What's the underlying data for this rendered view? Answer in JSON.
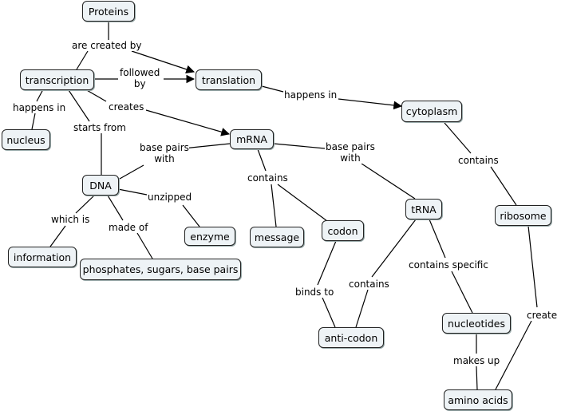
{
  "nodes": {
    "proteins": "Proteins",
    "transcription": "transcription",
    "translation": "translation",
    "cytoplasm": "cytoplasm",
    "nucleus": "nucleus",
    "mrna": "mRNA",
    "dna": "DNA",
    "enzyme": "enzyme",
    "message": "message",
    "codon": "codon",
    "trna": "tRNA",
    "ribosome": "ribosome",
    "information": "information",
    "phosphates": "phosphates, sugars, base pairs",
    "nucleotides": "nucleotides",
    "anticodon": "anti-codon",
    "aminoacids": "amino acids"
  },
  "links": {
    "are_created_by": "are created by",
    "followed_by": "followed\nby",
    "happens_in_1": "happens in",
    "happens_in_2": "happens in",
    "creates": "creates",
    "starts_from": "starts from",
    "base_pairs_with_1": "base pairs\nwith",
    "base_pairs_with_2": "base pairs\nwith",
    "contains_1": "contains",
    "contains_2": "contains",
    "contains_3": "contains",
    "unzipped": "unzipped",
    "which_is": "which is",
    "made_of": "made of",
    "contains_specific": "contains specific",
    "binds_to": "binds to",
    "makes_up": "makes up",
    "create": "create"
  }
}
